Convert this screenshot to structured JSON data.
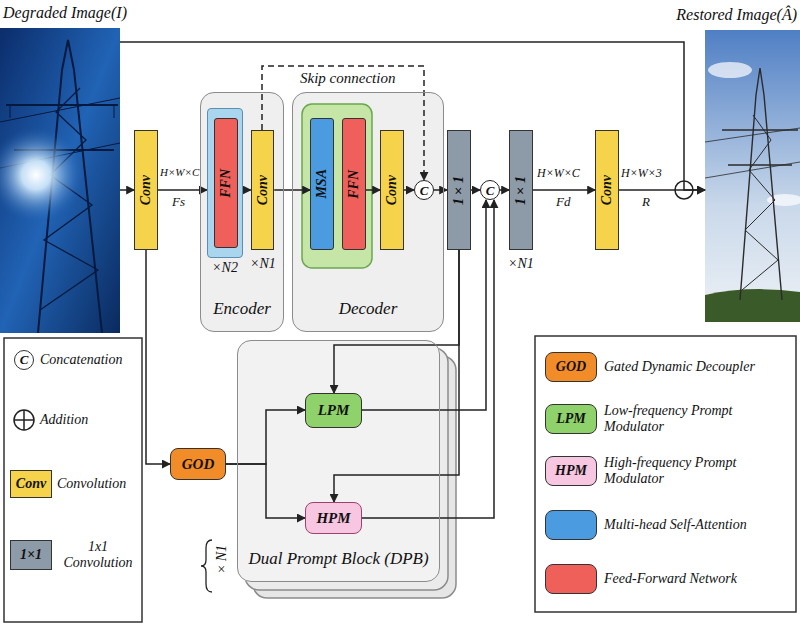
{
  "diagram": {
    "nodes": [
      {
        "text": [
          "Degraded Image(I)"
        ]
      },
      {
        "text": [
          "Conv"
        ]
      },
      {
        "text": [
          "Encoder"
        ]
      },
      {
        "text": [
          "×N2"
        ],
        "in": 2
      },
      {
        "text": [
          "FFN"
        ],
        "in": 3
      },
      {
        "text": [
          "Conv"
        ],
        "in": 2
      },
      {
        "text": [
          "Decoder"
        ]
      },
      {
        "text": [
          "MSA"
        ],
        "in": 6
      },
      {
        "text": [
          "FFN"
        ],
        "in": 6
      },
      {
        "text": [
          "Conv"
        ],
        "in": 6
      },
      {
        "text": [
          "C"
        ],
        "in": 6
      },
      {
        "text": [
          "1×1"
        ]
      },
      {
        "text": [
          "C"
        ]
      },
      {
        "text": [
          "1×1"
        ]
      },
      {
        "text": [
          "Conv"
        ]
      },
      {
        "text": [
          "Restored Image(Â)"
        ]
      },
      {
        "text": [
          "GOD"
        ]
      },
      {
        "text": [
          "Dual Prompt Block (DPB)"
        ]
      },
      {
        "text": [
          "LPM"
        ],
        "in": 17
      },
      {
        "text": [
          "HPM"
        ],
        "in": 17
      }
    ],
    "edges": [
      {
        "from": 0,
        "to": 1,
        "arrow": "to"
      },
      {
        "from": 0,
        "to": 15,
        "arrow": "to"
      },
      {
        "from": 1,
        "to": 3,
        "arrow": "to"
      },
      {
        "from": 3,
        "to": 5,
        "arrow": "to"
      },
      {
        "from": 5,
        "to": 7,
        "arrow": "to"
      },
      {
        "from": 5,
        "to": 10,
        "label": "Skip connection",
        "arrow": "to"
      },
      {
        "from": 8,
        "to": 9,
        "arrow": "to"
      },
      {
        "from": 9,
        "to": 10,
        "arrow": "to"
      },
      {
        "from": 10,
        "to": 11,
        "arrow": "to"
      },
      {
        "from": 11,
        "to": 12,
        "arrow": "to"
      },
      {
        "from": 12,
        "to": 13,
        "arrow": "to"
      },
      {
        "from": 13,
        "to": 14,
        "arrow": "to"
      },
      {
        "from": 14,
        "to": 15,
        "arrow": "to"
      },
      {
        "from": 1,
        "to": 16,
        "arrow": "to"
      },
      {
        "from": 16,
        "to": 18,
        "arrow": "to"
      },
      {
        "from": 16,
        "to": 19,
        "arrow": "to"
      },
      {
        "from": 11,
        "to": 18,
        "arrow": "to"
      },
      {
        "from": 11,
        "to": 19,
        "arrow": "to"
      },
      {
        "from": 18,
        "to": 12,
        "arrow": "to"
      },
      {
        "from": 19,
        "to": 12,
        "arrow": "to"
      }
    ],
    "labels": [
      "H×W×C",
      "Fs",
      "×N1",
      "×N1",
      "H×W×C",
      "Fd",
      "H×W×3",
      "R",
      "×N1",
      "C",
      "Conv",
      "1×1",
      "GOD",
      "LPM",
      "HPM"
    ],
    "legend": [
      {
        "text": "Concatenation"
      },
      {
        "text": "Addition"
      },
      {
        "text": "Convolution",
        "color": "#f5d34a"
      },
      {
        "text": "1x1 Convolution",
        "color": "#8d9aa8"
      },
      {
        "text": "Gated Dynamic Decoupler",
        "color": "#f28c28"
      },
      {
        "text": "Low-frequency Prompt Modulator",
        "color": "#8fd16a"
      },
      {
        "text": "High-frequency Prompt Modulator",
        "color": "#f7c6e0"
      },
      {
        "text": "Multi-head Self-Attention",
        "color": "#4a9be0"
      },
      {
        "text": "Feed-Forward Network",
        "color": "#f0605a"
      }
    ]
  }
}
